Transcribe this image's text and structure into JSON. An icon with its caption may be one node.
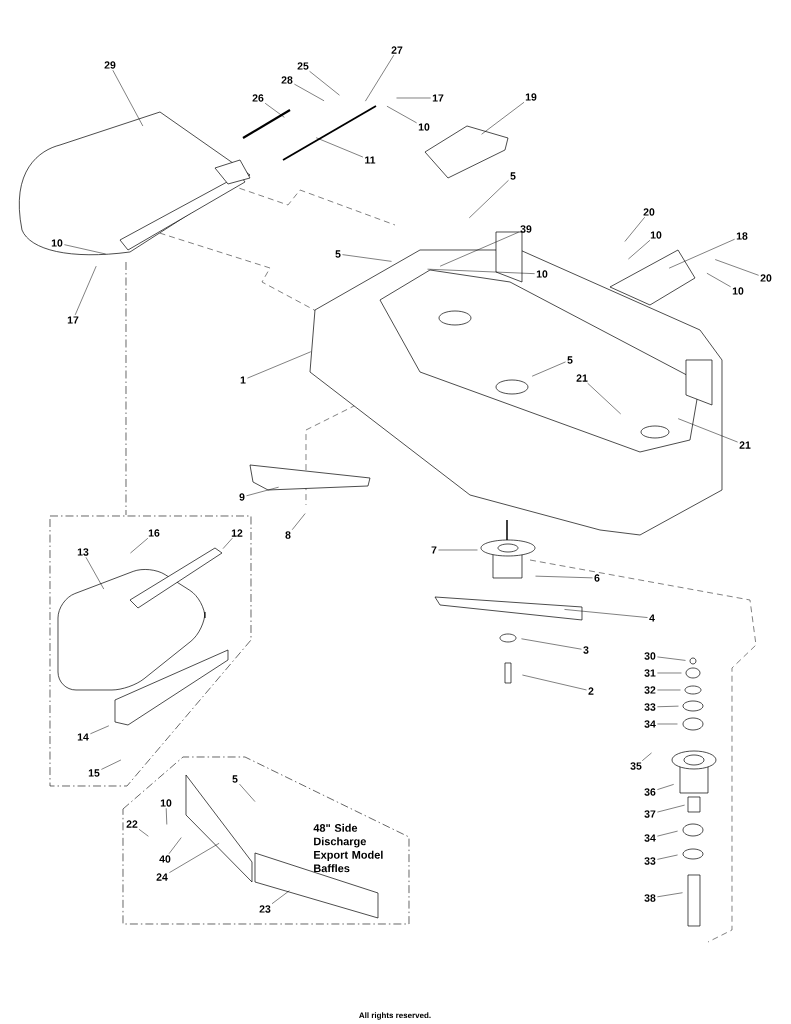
{
  "diagram": {
    "nodes": [
      {
        "text": [
          "29"
        ]
      },
      {
        "text": [
          "26"
        ]
      },
      {
        "text": [
          "28"
        ]
      },
      {
        "text": [
          "25"
        ]
      },
      {
        "text": [
          "27"
        ]
      },
      {
        "text": [
          "17"
        ]
      },
      {
        "text": [
          "10"
        ]
      },
      {
        "text": [
          "11"
        ]
      },
      {
        "text": [
          "19"
        ]
      },
      {
        "text": [
          "5"
        ]
      },
      {
        "text": [
          "39"
        ]
      },
      {
        "text": [
          "10"
        ]
      },
      {
        "text": [
          "5"
        ]
      },
      {
        "text": [
          "10"
        ]
      },
      {
        "text": [
          "17"
        ]
      },
      {
        "text": [
          "20"
        ]
      },
      {
        "text": [
          "10"
        ]
      },
      {
        "text": [
          "18"
        ]
      },
      {
        "text": [
          "20"
        ]
      },
      {
        "text": [
          "10"
        ]
      },
      {
        "text": [
          "1"
        ]
      },
      {
        "text": [
          "5"
        ]
      },
      {
        "text": [
          "21"
        ]
      },
      {
        "text": [
          "21"
        ]
      },
      {
        "text": [
          "9"
        ]
      },
      {
        "text": [
          "8"
        ]
      },
      {
        "text": [],
        "shape": "box"
      },
      {
        "text": [
          "16"
        ],
        "in": 26
      },
      {
        "text": [
          "12"
        ],
        "in": 26
      },
      {
        "text": [
          "13"
        ],
        "in": 26
      },
      {
        "text": [
          "14"
        ],
        "in": 26
      },
      {
        "text": [
          "15"
        ],
        "in": 26
      },
      {
        "text": [
          "7"
        ]
      },
      {
        "text": [
          "6"
        ]
      },
      {
        "text": [
          "4"
        ]
      },
      {
        "text": [
          "3"
        ]
      },
      {
        "text": [
          "2"
        ]
      },
      {
        "text": [
          "30"
        ]
      },
      {
        "text": [
          "31"
        ]
      },
      {
        "text": [
          "32"
        ]
      },
      {
        "text": [
          "33"
        ]
      },
      {
        "text": [
          "34"
        ]
      },
      {
        "text": [
          "35"
        ]
      },
      {
        "text": [
          "36"
        ]
      },
      {
        "text": [
          "37"
        ]
      },
      {
        "text": [
          "34"
        ]
      },
      {
        "text": [
          "33"
        ]
      },
      {
        "text": [
          "38"
        ]
      },
      {
        "text": [
          "48\" Side Discharge Export Model Baffles"
        ]
      },
      {
        "text": [
          "5"
        ],
        "in": 48
      },
      {
        "text": [
          "10"
        ],
        "in": 48
      },
      {
        "text": [
          "22"
        ],
        "in": 48
      },
      {
        "text": [
          "40"
        ],
        "in": 48
      },
      {
        "text": [
          "24"
        ],
        "in": 48
      },
      {
        "text": [
          "23"
        ],
        "in": 48
      }
    ],
    "edges": [
      {
        "from": 0,
        "to": null,
        "arrow": "none"
      },
      {
        "from": 1,
        "to": null,
        "arrow": "none"
      },
      {
        "from": 2,
        "to": null,
        "arrow": "none"
      },
      {
        "from": 3,
        "to": null,
        "arrow": "none"
      },
      {
        "from": 4,
        "to": null,
        "arrow": "none"
      },
      {
        "from": 5,
        "to": null,
        "arrow": "none"
      },
      {
        "from": 6,
        "to": null,
        "arrow": "none"
      },
      {
        "from": 7,
        "to": null,
        "arrow": "none"
      },
      {
        "from": 8,
        "to": null,
        "arrow": "none"
      },
      {
        "from": 9,
        "to": null,
        "arrow": "none"
      },
      {
        "from": 10,
        "to": null,
        "arrow": "none"
      },
      {
        "from": 11,
        "to": null,
        "arrow": "none"
      },
      {
        "from": 12,
        "to": null,
        "arrow": "none"
      },
      {
        "from": 13,
        "to": null,
        "arrow": "none"
      },
      {
        "from": 14,
        "to": null,
        "arrow": "none"
      },
      {
        "from": 15,
        "to": null,
        "arrow": "none"
      },
      {
        "from": 16,
        "to": null,
        "arrow": "none"
      },
      {
        "from": 17,
        "to": null,
        "arrow": "none"
      },
      {
        "from": 18,
        "to": null,
        "arrow": "none"
      },
      {
        "from": 19,
        "to": null,
        "arrow": "none"
      },
      {
        "from": 20,
        "to": null,
        "arrow": "none"
      },
      {
        "from": 21,
        "to": null,
        "arrow": "none"
      },
      {
        "from": 22,
        "to": null,
        "arrow": "none"
      },
      {
        "from": 23,
        "to": null,
        "arrow": "none"
      },
      {
        "from": 24,
        "to": null,
        "arrow": "none"
      },
      {
        "from": 25,
        "to": null,
        "arrow": "none"
      },
      {
        "from": 27,
        "to": null,
        "arrow": "none"
      },
      {
        "from": 28,
        "to": null,
        "arrow": "none"
      },
      {
        "from": 29,
        "to": null,
        "arrow": "none"
      },
      {
        "from": 30,
        "to": null,
        "arrow": "none"
      },
      {
        "from": 31,
        "to": null,
        "arrow": "none"
      },
      {
        "from": 32,
        "to": null,
        "arrow": "none"
      },
      {
        "from": 33,
        "to": null,
        "arrow": "none"
      },
      {
        "from": 34,
        "to": null,
        "arrow": "none"
      },
      {
        "from": 35,
        "to": null,
        "arrow": "none"
      },
      {
        "from": 36,
        "to": null,
        "arrow": "none"
      },
      {
        "from": 37,
        "to": null,
        "arrow": "none"
      },
      {
        "from": 38,
        "to": null,
        "arrow": "none"
      },
      {
        "from": 39,
        "to": null,
        "arrow": "none"
      },
      {
        "from": 40,
        "to": null,
        "arrow": "none"
      },
      {
        "from": 41,
        "to": null,
        "arrow": "none"
      },
      {
        "from": 42,
        "to": null,
        "arrow": "none"
      },
      {
        "from": 43,
        "to": null,
        "arrow": "none"
      },
      {
        "from": 44,
        "to": null,
        "arrow": "none"
      },
      {
        "from": 45,
        "to": null,
        "arrow": "none"
      },
      {
        "from": 46,
        "to": null,
        "arrow": "none"
      },
      {
        "from": 47,
        "to": null,
        "arrow": "none"
      },
      {
        "from": 49,
        "to": null,
        "arrow": "none"
      },
      {
        "from": 50,
        "to": null,
        "arrow": "none"
      },
      {
        "from": 51,
        "to": null,
        "arrow": "none"
      },
      {
        "from": 52,
        "to": null,
        "arrow": "none"
      },
      {
        "from": 53,
        "to": null,
        "arrow": "none"
      },
      {
        "from": 54,
        "to": null,
        "arrow": "none"
      }
    ],
    "labels": [
      "All rights reserved."
    ]
  }
}
